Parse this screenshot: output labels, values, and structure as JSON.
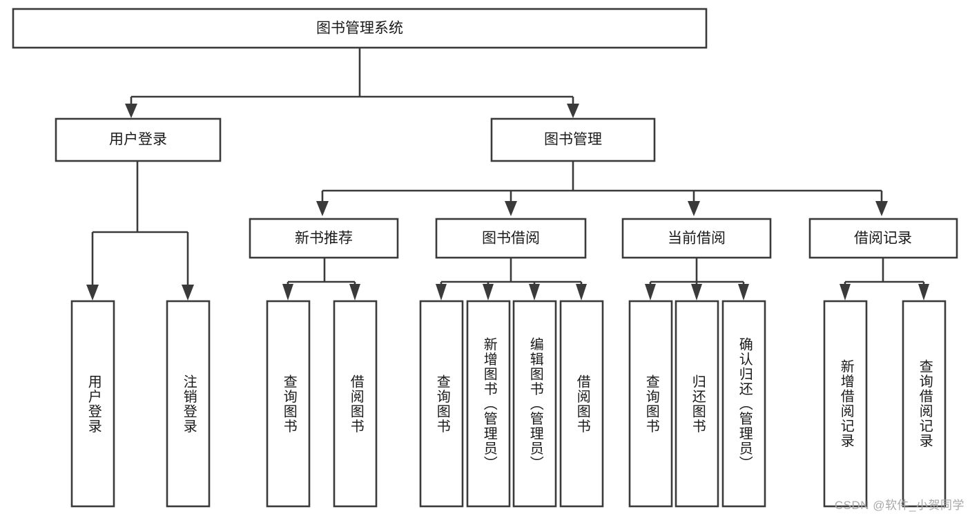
{
  "diagram": {
    "type": "tree-hierarchy",
    "title": "图书管理系统",
    "watermark": "CSDN @软件_小贺同学",
    "colors": {
      "box_fill": "#ffffff",
      "box_stroke": "#3a3a3a",
      "text": "#1a1a1a",
      "watermark": "#a8a8a8",
      "background": "#ffffff"
    },
    "root": {
      "id": "root",
      "label": "图书管理系统",
      "orientation": "horizontal"
    },
    "level2": [
      {
        "id": "user-login",
        "label": "用户登录",
        "orientation": "horizontal"
      },
      {
        "id": "book-management",
        "label": "图书管理",
        "orientation": "horizontal"
      }
    ],
    "level3": [
      {
        "id": "new-book-recommend",
        "label": "新书推荐",
        "orientation": "horizontal",
        "parent": "book-management"
      },
      {
        "id": "book-borrow",
        "label": "图书借阅",
        "orientation": "horizontal",
        "parent": "book-management"
      },
      {
        "id": "current-borrow",
        "label": "当前借阅",
        "orientation": "horizontal",
        "parent": "book-management"
      },
      {
        "id": "borrow-record",
        "label": "借阅记录",
        "orientation": "horizontal",
        "parent": "book-management"
      }
    ],
    "leaves": [
      {
        "id": "leaf-user-login",
        "label": "用户登录",
        "orientation": "vertical",
        "parent": "user-login"
      },
      {
        "id": "leaf-logout",
        "label": "注销登录",
        "orientation": "vertical",
        "parent": "user-login"
      },
      {
        "id": "leaf-query-book-1",
        "label": "查询图书",
        "orientation": "vertical",
        "parent": "new-book-recommend"
      },
      {
        "id": "leaf-borrow-book-1",
        "label": "借阅图书",
        "orientation": "vertical",
        "parent": "new-book-recommend"
      },
      {
        "id": "leaf-query-book-2",
        "label": "查询图书",
        "orientation": "vertical",
        "parent": "book-borrow"
      },
      {
        "id": "leaf-add-book",
        "label": "新增图书（管理员）",
        "orientation": "vertical",
        "parent": "book-borrow"
      },
      {
        "id": "leaf-edit-book",
        "label": "编辑图书（管理员）",
        "orientation": "vertical",
        "parent": "book-borrow"
      },
      {
        "id": "leaf-borrow-book-2",
        "label": "借阅图书",
        "orientation": "vertical",
        "parent": "book-borrow"
      },
      {
        "id": "leaf-query-book-3",
        "label": "查询图书",
        "orientation": "vertical",
        "parent": "current-borrow"
      },
      {
        "id": "leaf-return-book",
        "label": "归还图书",
        "orientation": "vertical",
        "parent": "current-borrow"
      },
      {
        "id": "leaf-confirm-return",
        "label": "确认归还（管理员）",
        "orientation": "vertical",
        "parent": "current-borrow"
      },
      {
        "id": "leaf-add-record",
        "label": "新增借阅记录",
        "orientation": "vertical",
        "parent": "borrow-record"
      },
      {
        "id": "leaf-query-record",
        "label": "查询借阅记录",
        "orientation": "vertical",
        "parent": "borrow-record"
      }
    ]
  }
}
